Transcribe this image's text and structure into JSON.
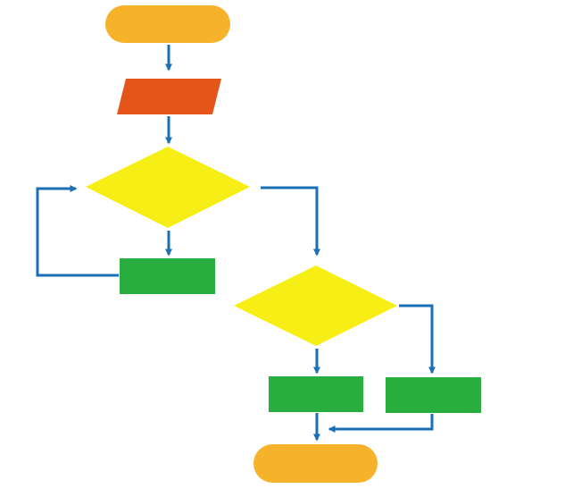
{
  "diagram": {
    "type": "flowchart",
    "colors": {
      "background": "#ffffff",
      "terminator": "#F5B22A",
      "input_output": "#E5551A",
      "decision": "#F6EE14",
      "process": "#27AE3E",
      "connector": "#1A6FB5"
    },
    "nodes": [
      {
        "id": "start",
        "shape": "terminator",
        "label": ""
      },
      {
        "id": "input",
        "shape": "parallelogram",
        "label": ""
      },
      {
        "id": "decision-1",
        "shape": "diamond",
        "label": ""
      },
      {
        "id": "process-loop",
        "shape": "rectangle",
        "label": ""
      },
      {
        "id": "decision-2",
        "shape": "diamond",
        "label": ""
      },
      {
        "id": "process-left",
        "shape": "rectangle",
        "label": ""
      },
      {
        "id": "process-right",
        "shape": "rectangle",
        "label": ""
      },
      {
        "id": "end",
        "shape": "terminator",
        "label": ""
      }
    ],
    "edges": [
      {
        "from": "start",
        "to": "input"
      },
      {
        "from": "input",
        "to": "decision-1"
      },
      {
        "from": "decision-1",
        "to": "process-loop"
      },
      {
        "from": "process-loop",
        "to": "decision-1"
      },
      {
        "from": "decision-1",
        "to": "decision-2"
      },
      {
        "from": "decision-2",
        "to": "process-left"
      },
      {
        "from": "decision-2",
        "to": "process-right"
      },
      {
        "from": "process-left",
        "to": "end"
      },
      {
        "from": "process-right",
        "to": "end"
      }
    ]
  }
}
